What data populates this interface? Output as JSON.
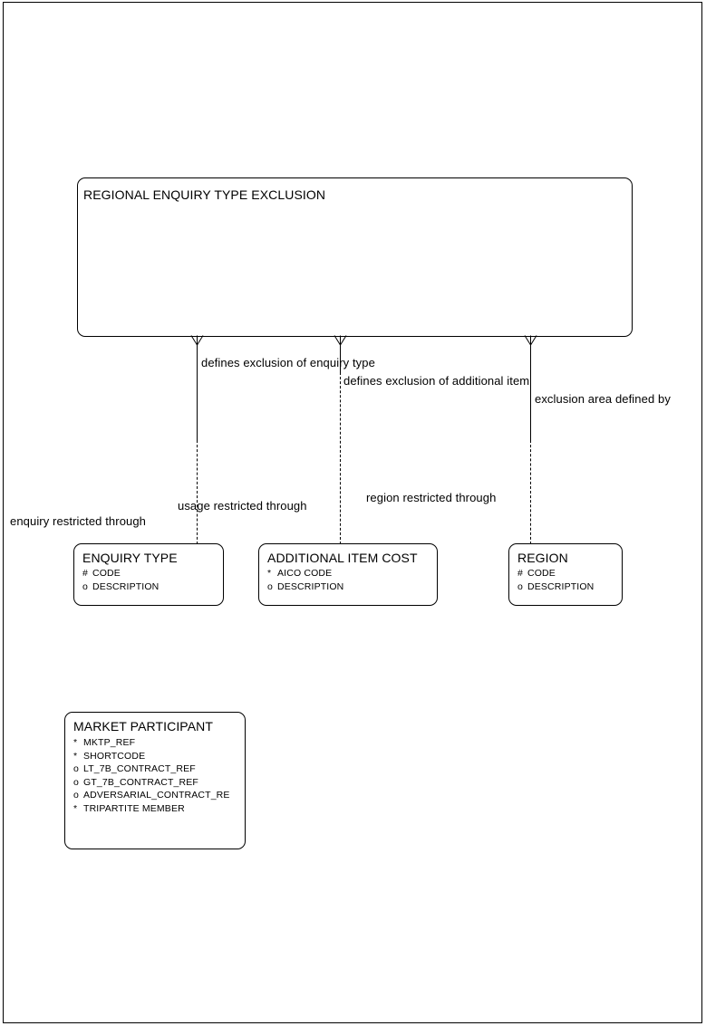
{
  "diagram": {
    "type": "entity-relationship-diagram",
    "title": "REGIONAL ENQUIRY TYPE EXCLUSION",
    "entities": [
      {
        "id": "regional-enquiry-type-exclusion",
        "name": "REGIONAL ENQUIRY TYPE EXCLUSION",
        "attributes": []
      },
      {
        "id": "enquiry-type",
        "name": "ENQUIRY TYPE",
        "attributes": [
          {
            "mark": "#",
            "label": "CODE"
          },
          {
            "mark": "o",
            "label": "DESCRIPTION"
          }
        ]
      },
      {
        "id": "additional-item-cost",
        "name": "ADDITIONAL ITEM COST",
        "attributes": [
          {
            "mark": "*",
            "label": "AICO CODE"
          },
          {
            "mark": "o",
            "label": "DESCRIPTION"
          }
        ]
      },
      {
        "id": "region",
        "name": "REGION",
        "attributes": [
          {
            "mark": "#",
            "label": "CODE"
          },
          {
            "mark": "o",
            "label": "DESCRIPTION"
          }
        ]
      },
      {
        "id": "market-participant",
        "name": "MARKET PARTICIPANT",
        "attributes": [
          {
            "mark": "*",
            "label": "MKTP_REF"
          },
          {
            "mark": "*",
            "label": "SHORTCODE"
          },
          {
            "mark": "o",
            "label": "LT_7B_CONTRACT_REF"
          },
          {
            "mark": "o",
            "label": "GT_7B_CONTRACT_REF"
          },
          {
            "mark": "o",
            "label": "ADVERSARIAL_CONTRACT_RE"
          },
          {
            "mark": "*",
            "label": "TRIPARTITE MEMBER"
          }
        ]
      }
    ],
    "relationships": [
      {
        "id": "rel-enquiry-type",
        "from": "regional-enquiry-type-exclusion",
        "to": "enquiry-type",
        "top_label": "defines exclusion of enquiry type",
        "bottom_label": "usage restricted through",
        "far_label": "enquiry restricted through"
      },
      {
        "id": "rel-additional-item",
        "from": "regional-enquiry-type-exclusion",
        "to": "additional-item-cost",
        "top_label": "defines exclusion of additional item",
        "bottom_label": "region restricted through",
        "far_label": ""
      },
      {
        "id": "rel-region",
        "from": "regional-enquiry-type-exclusion",
        "to": "region",
        "top_label": "exclusion area defined by",
        "bottom_label": "",
        "far_label": ""
      }
    ]
  },
  "colors": {
    "line": "#000000",
    "background": "#ffffff",
    "text": "#000000"
  }
}
